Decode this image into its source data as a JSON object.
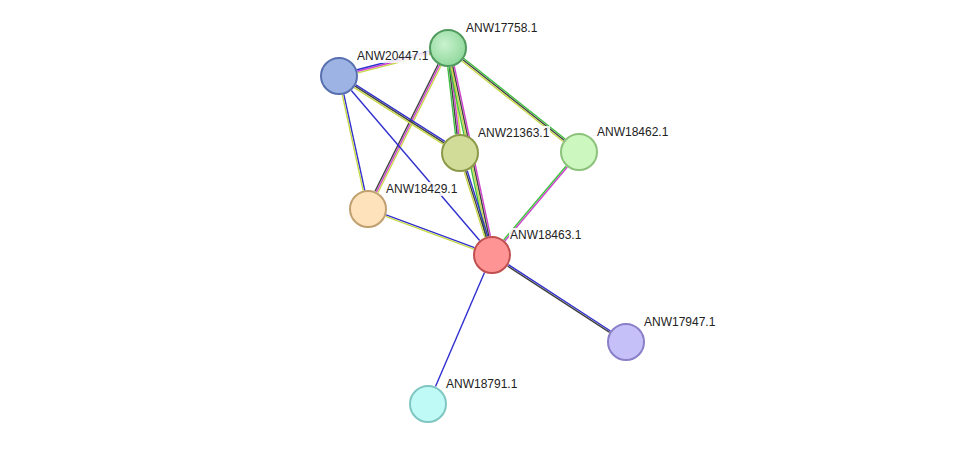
{
  "diagram": {
    "nodes": [
      {
        "text": [
          "ANW17758.1"
        ]
      },
      {
        "text": [
          "ANW20447.1"
        ]
      },
      {
        "text": [
          "ANW21363.1"
        ]
      },
      {
        "text": [
          "ANW18462.1"
        ]
      },
      {
        "text": [
          "ANW18429.1"
        ]
      },
      {
        "text": [
          "ANW18463.1"
        ]
      },
      {
        "text": [
          "ANW17947.1"
        ]
      },
      {
        "text": [
          "ANW18791.1"
        ]
      }
    ],
    "edges": [
      {
        "from": 0,
        "to": 1,
        "arrow": "none"
      },
      {
        "from": 0,
        "to": 2,
        "arrow": "none"
      },
      {
        "from": 0,
        "to": 3,
        "arrow": "none"
      },
      {
        "from": 0,
        "to": 4,
        "arrow": "none"
      },
      {
        "from": 0,
        "to": 5,
        "arrow": "none"
      },
      {
        "from": 1,
        "to": 2,
        "arrow": "none"
      },
      {
        "from": 1,
        "to": 4,
        "arrow": "none"
      },
      {
        "from": 1,
        "to": 5,
        "arrow": "none"
      },
      {
        "from": 2,
        "to": 5,
        "arrow": "none"
      },
      {
        "from": 4,
        "to": 5,
        "arrow": "none"
      },
      {
        "from": 3,
        "to": 5,
        "arrow": "none"
      },
      {
        "from": 5,
        "to": 6,
        "arrow": "none"
      },
      {
        "from": 5,
        "to": 7,
        "arrow": "none"
      }
    ]
  }
}
